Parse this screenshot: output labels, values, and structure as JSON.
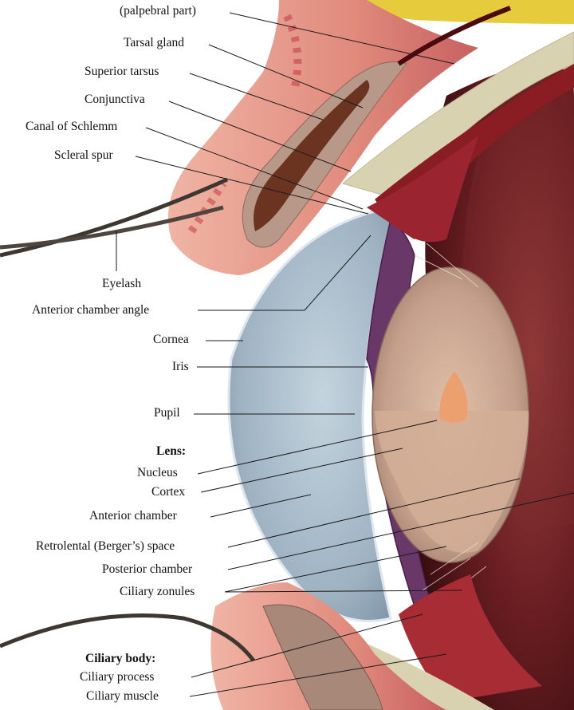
{
  "labels": {
    "palpebral_part": "(palpebral part)",
    "tarsal_gland": "Tarsal gland",
    "superior_tarsus": "Superior tarsus",
    "conjunctiva": "Conjunctiva",
    "canal_of_schlemm": "Canal of Schlemm",
    "scleral_spur": "Scleral spur",
    "eyelash": "Eyelash",
    "anterior_chamber_angle": "Anterior chamber angle",
    "cornea": "Cornea",
    "iris": "Iris",
    "pupil": "Pupil",
    "lens_heading": "Lens:",
    "nucleus": "Nucleus",
    "cortex": "Cortex",
    "anterior_chamber": "Anterior chamber",
    "retrolental_space": "Retrolental (Berger’s) space",
    "posterior_chamber": "Posterior chamber",
    "ciliary_zonules": "Ciliary zonules",
    "ciliary_body_heading": "Ciliary body:",
    "ciliary_process": "Ciliary process",
    "ciliary_muscle": "Ciliary muscle"
  },
  "colors": {
    "eyelid_skin": "#e8a090",
    "eyelid_dark": "#c0504a",
    "sclera": "#ddd8b8",
    "choroid": "#8a1e26",
    "interior": "#4a1416",
    "cornea": "#a8bccc",
    "iris": "#5a2e58",
    "lens": "#c8a898",
    "nucleus": "#e8a070",
    "fat": "#e8d040"
  }
}
